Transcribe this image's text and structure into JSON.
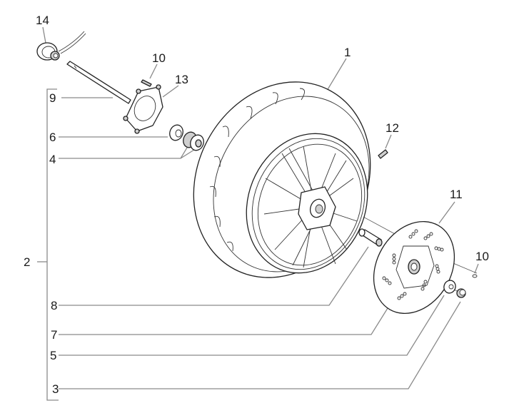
{
  "diagram": {
    "title": "",
    "type": "exploded-parts-diagram",
    "subject": "front wheel assembly",
    "callouts": [
      {
        "id": "c1",
        "label": "1",
        "part": "tyre-and-rim"
      },
      {
        "id": "c2",
        "label": "2",
        "part": "wheel-group-bracket"
      },
      {
        "id": "c3",
        "label": "3",
        "part": "axle-nut"
      },
      {
        "id": "c4",
        "label": "4",
        "part": "bearings"
      },
      {
        "id": "c5",
        "label": "5",
        "part": "washer"
      },
      {
        "id": "c6",
        "label": "6",
        "part": "oil-seal"
      },
      {
        "id": "c7",
        "label": "7",
        "part": "hub-bearing"
      },
      {
        "id": "c8",
        "label": "8",
        "part": "spacer"
      },
      {
        "id": "c9",
        "label": "9",
        "part": "wheel-axle"
      },
      {
        "id": "c10a",
        "label": "10",
        "part": "screw-upper"
      },
      {
        "id": "c10b",
        "label": "10",
        "part": "screw-disc"
      },
      {
        "id": "c11",
        "label": "11",
        "part": "brake-disc"
      },
      {
        "id": "c12",
        "label": "12",
        "part": "valve"
      },
      {
        "id": "c13",
        "label": "13",
        "part": "speedometer-drive-bracket"
      },
      {
        "id": "c14",
        "label": "14",
        "part": "speedometer-drive"
      }
    ]
  }
}
